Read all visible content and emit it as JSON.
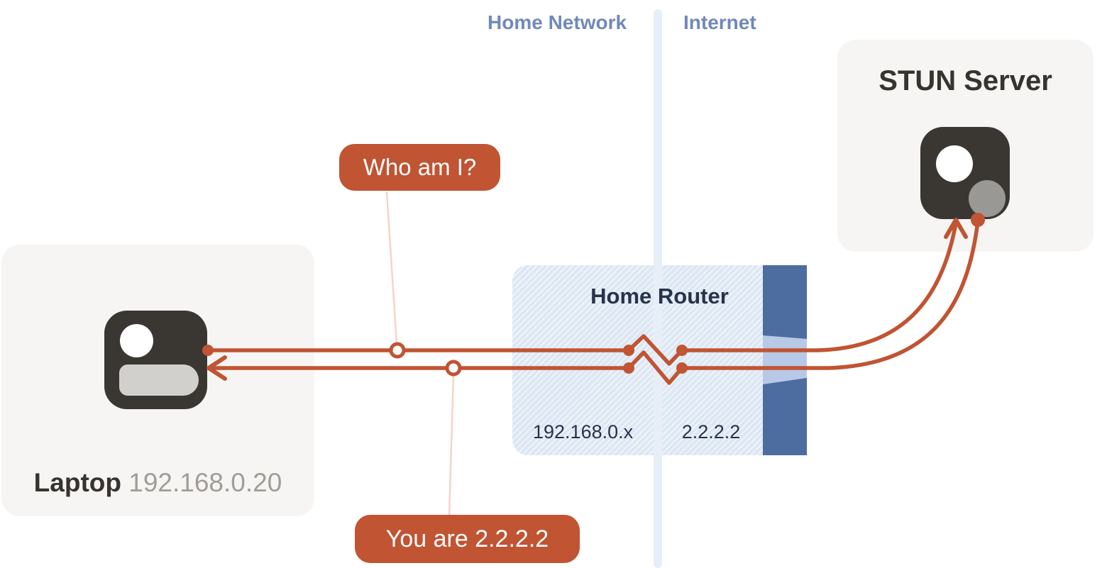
{
  "regions": {
    "home_network": "Home Network",
    "internet": "Internet"
  },
  "stun_server": {
    "title": "STUN Server"
  },
  "laptop": {
    "name": "Laptop",
    "ip": "192.168.0.20"
  },
  "router": {
    "title": "Home Router",
    "lan_ip": "192.168.0.x",
    "wan_ip": "2.2.2.2"
  },
  "messages": {
    "request": "Who am I?",
    "response": "You are 2.2.2.2"
  },
  "colors": {
    "accent": "#c05433",
    "accent-soft": "#f4d5c9",
    "region-label": "#7189b8",
    "divider": "#e7eef7",
    "panel-bg": "#f6f5f3",
    "icon-dark": "#3a3733",
    "icon-gray": "#9a9894",
    "laptop-base": "#d2d0cc",
    "title-text": "#37332e",
    "ip-gray": "#a19c96",
    "router-bg": "#dce7f3",
    "router-bar": "#4d6da0",
    "router-funnel": "#b7c9e6",
    "router-text": "#28334a",
    "badge-text": "#ffffff"
  }
}
